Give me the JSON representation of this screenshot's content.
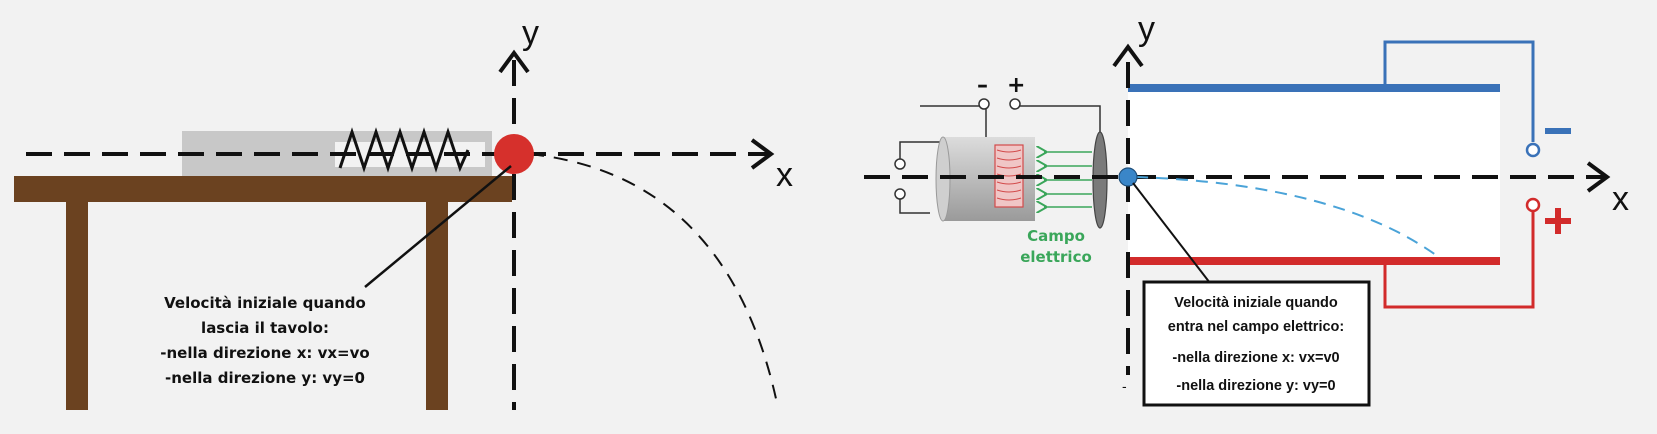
{
  "left_panel": {
    "axis_x_label": "x",
    "axis_y_label": "y",
    "note_lines": [
      "Velocità iniziale quando",
      "lascia il tavolo:",
      "-nella direzione x: vx=vo",
      "-nella direzione y: vy=0"
    ],
    "colors": {
      "table": "#6b4220",
      "ball": "#d6302c",
      "rail": "#c8c8c8"
    }
  },
  "right_panel": {
    "axis_x_label": "x",
    "axis_y_label": "y",
    "source_minus": "–",
    "source_plus": "+",
    "field_label_lines": [
      "Campo",
      "elettrico"
    ],
    "plate_minus_sign": "–",
    "plate_plus_sign": "+",
    "origin_tick": "-",
    "note_lines": [
      "Velocità iniziale quando",
      "entra nel campo elettrico:",
      "-nella direzione x: vx=v0",
      "-nella direzione y: vy=0"
    ],
    "colors": {
      "negative": "#3a72b8",
      "positive": "#d22b2b",
      "field": "#3aa65a",
      "particle": "#3a86c8"
    }
  }
}
